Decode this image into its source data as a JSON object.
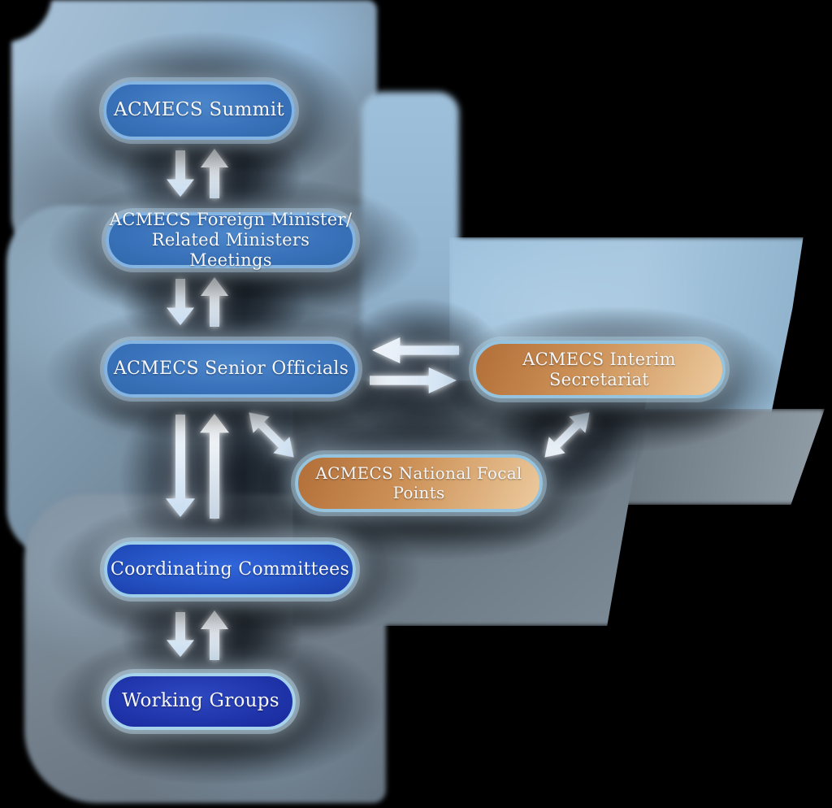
{
  "diagram": {
    "title_hint": "ACMECS organizational structure flowchart",
    "nodes": {
      "summit": {
        "label": "ACMECS Summit",
        "theme": "blue"
      },
      "foreign_ministers": {
        "line1": "ACMECS Foreign Minister/",
        "line2": "Related Ministers Meetings",
        "theme": "blue"
      },
      "senior_officials": {
        "label": "ACMECS Senior Officials",
        "theme": "blue"
      },
      "interim_secretariat": {
        "label": "ACMECS Interim Secretariat",
        "theme": "orange"
      },
      "national_focal_points": {
        "label": "ACMECS National Focal Points",
        "theme": "orange"
      },
      "coordinating_committees": {
        "label": "Coordinating Committees",
        "theme": "royal-blue"
      },
      "working_groups": {
        "label": "Working Groups",
        "theme": "navy-blue"
      }
    },
    "connections": [
      {
        "from": "summit",
        "to": "foreign_ministers",
        "type": "bidirectional-vertical"
      },
      {
        "from": "foreign_ministers",
        "to": "senior_officials",
        "type": "bidirectional-vertical"
      },
      {
        "from": "senior_officials",
        "to": "interim_secretariat",
        "type": "bidirectional-horizontal"
      },
      {
        "from": "senior_officials",
        "to": "national_focal_points",
        "type": "bidirectional-diagonal"
      },
      {
        "from": "national_focal_points",
        "to": "interim_secretariat",
        "type": "bidirectional-diagonal"
      },
      {
        "from": "senior_officials",
        "to": "coordinating_committees",
        "type": "bidirectional-vertical"
      },
      {
        "from": "coordinating_committees",
        "to": "working_groups",
        "type": "bidirectional-vertical"
      }
    ],
    "palette": {
      "node_blue": "#3a73bb",
      "node_royal_blue": "#2452c2",
      "node_navy_blue": "#2136ac",
      "node_orange_dark": "#b26e38",
      "node_orange_light": "#ecca9e",
      "node_border_blue": "#84b4e2",
      "arrow_white": "#f7fafc",
      "arrow_pale_blue": "#c9def2",
      "backdrop_light_blue": "#a8c8e0",
      "backdrop_gray": "#6d7b86",
      "backdrop_dark": "#05090f"
    }
  }
}
